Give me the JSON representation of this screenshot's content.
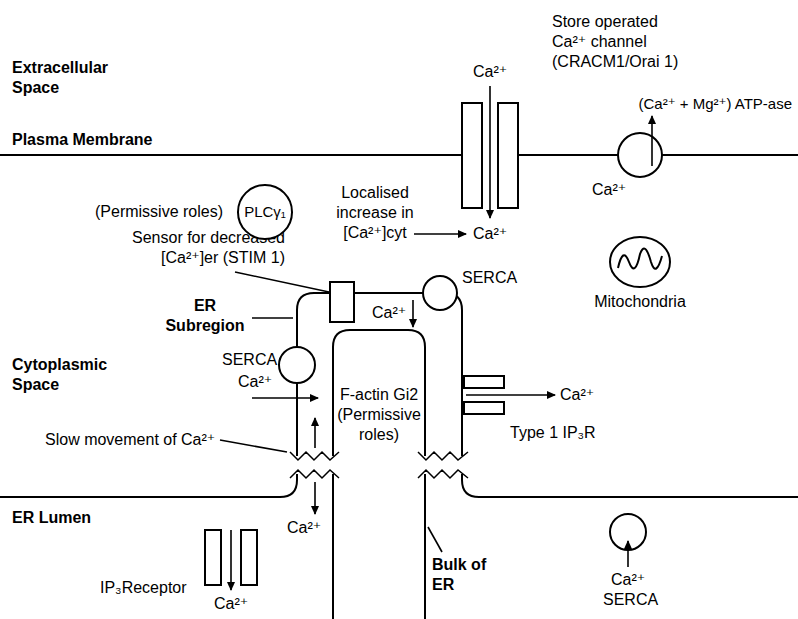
{
  "diagram": {
    "nodes": [
      {
        "text": [
          "PLCγ₁"
        ]
      }
    ],
    "labels": [
      "Extracellular Space",
      "Ca²⁺",
      "Store operated Ca²⁺ channel (CRACM1/Orai 1)",
      "Plasma Membrane",
      "(Ca²⁺ + Mg²⁺) ATP-ase",
      "Ca²⁺",
      "(Permissive roles)",
      "Localised increase in [Ca²⁺]cyt",
      "Ca²⁺",
      "Mitochondria",
      "Sensor for decreased [Ca²⁺]er (STIM 1)",
      "ER Subregion",
      "SERCA",
      "Ca²⁺",
      "Cytoplasmic Space",
      "SERCA",
      "Ca²⁺",
      "Ca²⁺",
      "Type 1 IP₃R",
      "F-actin Gi2 (Permissive roles)",
      "Slow movement of Ca²⁺",
      "ER Lumen",
      "Ca²⁺",
      "IP₃Receptor",
      "Ca²⁺",
      "Bulk of ER",
      "Ca²⁺",
      "SERCA"
    ]
  }
}
